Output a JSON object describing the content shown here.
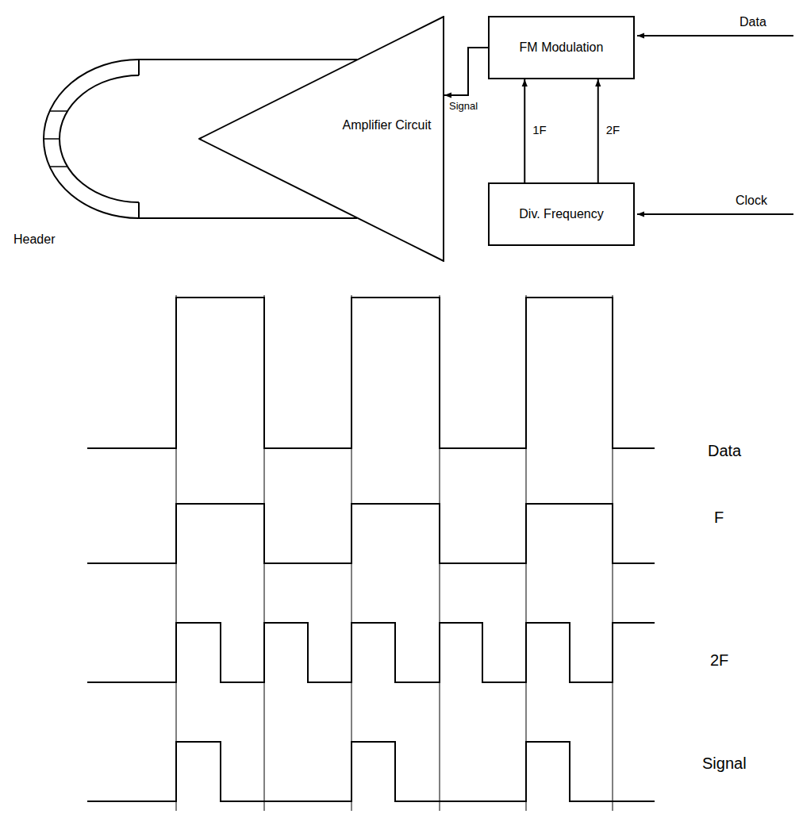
{
  "diagram": {
    "nodes": [
      {
        "text": [
          "Amplifier Circuit"
        ]
      },
      {
        "text": [
          "FM Modulation"
        ]
      },
      {
        "text": [
          "Div. Frequency"
        ]
      }
    ],
    "edges": [
      {
        "from": 1,
        "to": 0,
        "label": "Signal",
        "arrow": "to"
      },
      {
        "from": 2,
        "to": 1,
        "label": "1F",
        "arrow": "to"
      },
      {
        "from": 2,
        "to": 1,
        "label": "2F",
        "arrow": "to"
      }
    ],
    "labels": [
      "Header",
      "Data",
      "Clock",
      "Data",
      "F",
      "2F",
      "Signal"
    ]
  }
}
